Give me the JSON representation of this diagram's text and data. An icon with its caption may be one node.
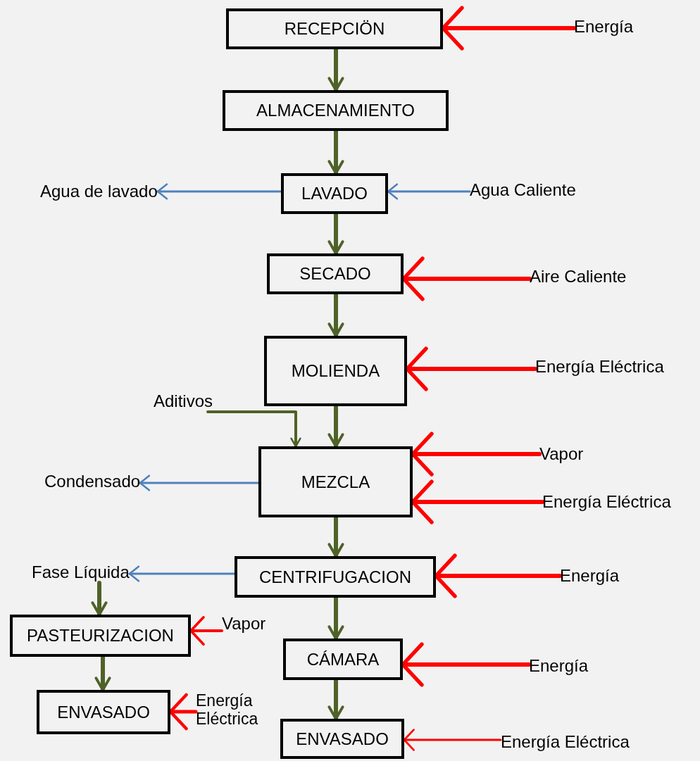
{
  "diagram": {
    "nodes": [
      {
        "text": [
          "RECEPCIÖN"
        ]
      },
      {
        "text": [
          "ALMACENAMIENTO"
        ]
      },
      {
        "text": [
          "LAVADO"
        ]
      },
      {
        "text": [
          "SECADO"
        ]
      },
      {
        "text": [
          "MOLIENDA"
        ]
      },
      {
        "text": [
          "MEZCLA"
        ]
      },
      {
        "text": [
          "CENTRIFUGACION"
        ]
      },
      {
        "text": [
          "PASTEURIZACION"
        ]
      },
      {
        "text": [
          "ENVASADO"
        ]
      },
      {
        "text": [
          "CÁMARA"
        ]
      },
      {
        "text": [
          "ENVASADO"
        ]
      },
      {
        "text": [
          "Energía"
        ]
      },
      {
        "text": [
          "Agua de lavado"
        ]
      },
      {
        "text": [
          "Agua Caliente"
        ]
      },
      {
        "text": [
          "Aire Caliente"
        ]
      },
      {
        "text": [
          "Energía Eléctrica"
        ]
      },
      {
        "text": [
          "Aditivos"
        ]
      },
      {
        "text": [
          "Vapor"
        ]
      },
      {
        "text": [
          "Condensado"
        ]
      },
      {
        "text": [
          "Energía Eléctrica"
        ]
      },
      {
        "text": [
          "Fase Líquida"
        ]
      },
      {
        "text": [
          "Energía"
        ]
      },
      {
        "text": [
          "Vapor"
        ]
      },
      {
        "text": [
          "Energía"
        ]
      },
      {
        "text": [
          "Energía Eléctrica"
        ]
      },
      {
        "text": [
          "Energía Eléctrica"
        ]
      }
    ],
    "edges": [
      {
        "from": 0,
        "to": 1,
        "arrow": "to"
      },
      {
        "from": 1,
        "to": 2,
        "arrow": "to"
      },
      {
        "from": 2,
        "to": 3,
        "arrow": "to"
      },
      {
        "from": 3,
        "to": 4,
        "arrow": "to"
      },
      {
        "from": 4,
        "to": 5,
        "arrow": "to"
      },
      {
        "from": 16,
        "to": 5,
        "arrow": "to"
      },
      {
        "from": 5,
        "to": 6,
        "arrow": "to"
      },
      {
        "from": 6,
        "to": 9,
        "arrow": "to"
      },
      {
        "from": 9,
        "to": 10,
        "arrow": "to"
      },
      {
        "from": 20,
        "to": 7,
        "arrow": "to"
      },
      {
        "from": 7,
        "to": 8,
        "arrow": "to"
      },
      {
        "from": 11,
        "to": 0,
        "arrow": "to",
        "color": "#ff0000"
      },
      {
        "from": 2,
        "to": 12,
        "arrow": "to",
        "color": "#4f81bd"
      },
      {
        "from": 13,
        "to": 2,
        "arrow": "to",
        "color": "#4f81bd"
      },
      {
        "from": 14,
        "to": 3,
        "arrow": "to",
        "color": "#ff0000"
      },
      {
        "from": 15,
        "to": 4,
        "arrow": "to",
        "color": "#ff0000"
      },
      {
        "from": 17,
        "to": 5,
        "arrow": "to",
        "color": "#ff0000"
      },
      {
        "from": 19,
        "to": 5,
        "arrow": "to",
        "color": "#ff0000"
      },
      {
        "from": 5,
        "to": 18,
        "arrow": "to",
        "color": "#4f81bd"
      },
      {
        "from": 6,
        "to": 20,
        "arrow": "to",
        "color": "#4f81bd"
      },
      {
        "from": 21,
        "to": 6,
        "arrow": "to",
        "color": "#ff0000"
      },
      {
        "from": 22,
        "to": 7,
        "arrow": "to",
        "color": "#ff0000"
      },
      {
        "from": 23,
        "to": 9,
        "arrow": "to",
        "color": "#ff0000"
      },
      {
        "from": 24,
        "to": 8,
        "arrow": "to",
        "color": "#ff0000"
      },
      {
        "from": 25,
        "to": 10,
        "arrow": "to",
        "color": "#ff0000"
      }
    ]
  }
}
